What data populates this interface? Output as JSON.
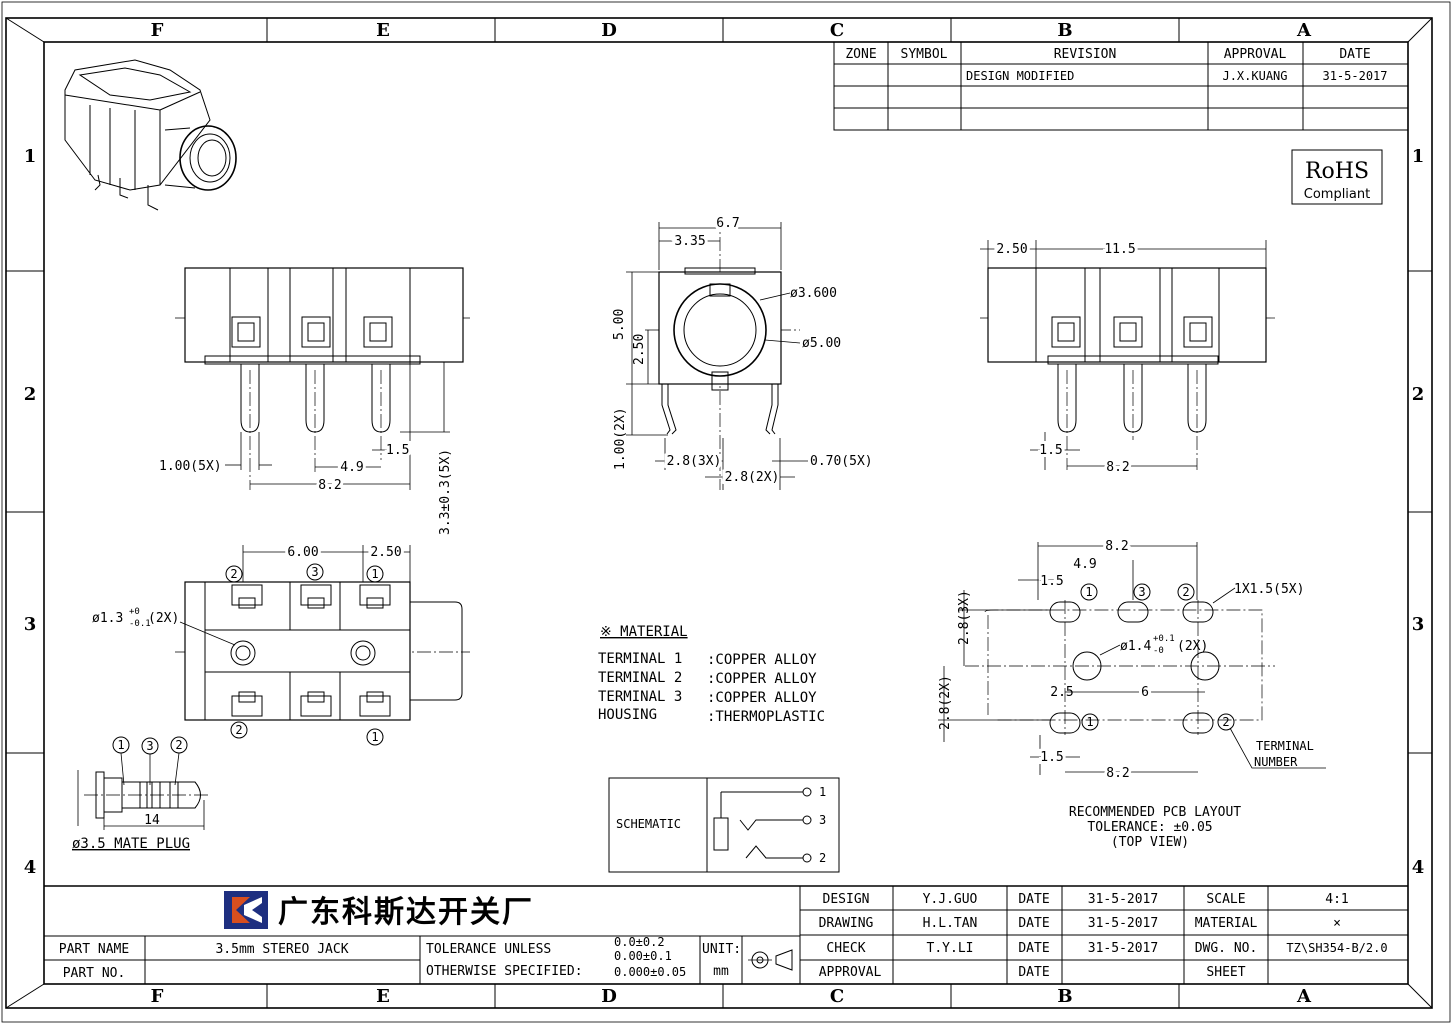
{
  "zones": {
    "cols": [
      "F",
      "E",
      "D",
      "C",
      "B",
      "A"
    ],
    "rows": [
      "1",
      "2",
      "3",
      "4"
    ]
  },
  "revision_table": {
    "headers": [
      "ZONE",
      "SYMBOL",
      "REVISION",
      "APPROVAL",
      "DATE"
    ],
    "rows": [
      [
        "",
        "",
        "DESIGN MODIFIED",
        "J.X.KUANG",
        "31-5-2017"
      ]
    ]
  },
  "rohs": {
    "line1": "RoHS",
    "line2": "Compliant"
  },
  "front_view": {
    "dims": {
      "width": "6.7",
      "half_width": "3.35",
      "height": "5.00",
      "half_height": "2.50",
      "inner_dia": "ø3.600",
      "outer_dia": "ø5.00",
      "pin_height": "1.00(2X)",
      "pin_spacing_a": "2.8(3X)",
      "pin_spacing_b": "2.8(2X)",
      "pin_thickness": "0.70(5X)"
    }
  },
  "side_view_left": {
    "dims": {
      "pin_width": "1.00(5X)",
      "pitch_small": "1.5",
      "pitch_mid": "4.9",
      "pitch_total": "8.2",
      "pin_length": "3.3±0.3(5X)"
    }
  },
  "side_view_right": {
    "dims": {
      "offset": "2.50",
      "length": "11.5",
      "pitch_small": "1.5",
      "pitch_total": "8.2"
    }
  },
  "bottom_view": {
    "dims": {
      "span": "6.00",
      "offset": "2.50",
      "hole": "ø1.3",
      "hole_tol_plus": "+0",
      "hole_tol_minus": "-0.1",
      "hole_count": "(2X)"
    },
    "terminals_top": [
      "2",
      "3",
      "1"
    ],
    "terminals_bottom": [
      "2",
      "1"
    ]
  },
  "plug": {
    "terminals": [
      "1",
      "3",
      "2"
    ],
    "length": "14",
    "caption": "ø3.5 MATE PLUG"
  },
  "material": {
    "title": "※ MATERIAL",
    "items": [
      {
        "part": "TERMINAL 1",
        "value": ":COPPER ALLOY"
      },
      {
        "part": "TERMINAL 2",
        "value": ":COPPER ALLOY"
      },
      {
        "part": "TERMINAL 3",
        "value": ":COPPER ALLOY"
      },
      {
        "part": "HOUSING",
        "value": ":THERMOPLASTIC"
      }
    ]
  },
  "schematic": {
    "label": "SCHEMATIC",
    "pins": [
      "1",
      "3",
      "2"
    ]
  },
  "pcb_layout": {
    "dims": {
      "total": "8.2",
      "mid": "4.9",
      "small": "1.5",
      "slot": "1X1.5(5X)",
      "pitch_a": "2.8(3X)",
      "pitch_b": "2.8(2X)",
      "hole": "ø1.4",
      "hole_tol_plus": "+0.1",
      "hole_tol_minus": "-0",
      "hole_count": "(2X)",
      "offset": "2.5",
      "span": "6",
      "bottom_small": "1.5",
      "bottom_total": "8.2"
    },
    "pads_top": [
      "1",
      "3",
      "2"
    ],
    "pads_bottom": [
      "1",
      "2"
    ],
    "terminal_label_1": "TERMINAL",
    "terminal_label_2": "NUMBER",
    "caption_1": "RECOMMENDED PCB LAYOUT",
    "caption_2": "TOLERANCE: ±0.05",
    "caption_3": "(TOP VIEW)"
  },
  "title_block": {
    "company": "广东科斯达开关厂",
    "part_name_label": "PART NAME",
    "part_name": "3.5mm STEREO JACK",
    "part_no_label": "PART NO.",
    "part_no": "",
    "tolerance_label_1": "TOLERANCE UNLESS",
    "tolerance_label_2": "OTHERWISE SPECIFIED:",
    "tol_1": "0.0±0.2",
    "tol_2": "0.00±0.1",
    "tol_3": "0.000±0.05",
    "unit_label": "UNIT:",
    "unit": "mm",
    "rows": [
      {
        "role": "DESIGN",
        "name": "Y.J.GUO",
        "date_label": "DATE",
        "date": "31-5-2017",
        "key": "SCALE",
        "value": "4:1"
      },
      {
        "role": "DRAWING",
        "name": "H.L.TAN",
        "date_label": "DATE",
        "date": "31-5-2017",
        "key": "MATERIAL",
        "value": "×"
      },
      {
        "role": "CHECK",
        "name": "T.Y.LI",
        "date_label": "DATE",
        "date": "31-5-2017",
        "key": "DWG. NO.",
        "value": "TZ\\SH354-B/2.0"
      },
      {
        "role": "APPROVAL",
        "name": "",
        "date_label": "DATE",
        "date": "",
        "key": "SHEET",
        "value": ""
      }
    ]
  }
}
